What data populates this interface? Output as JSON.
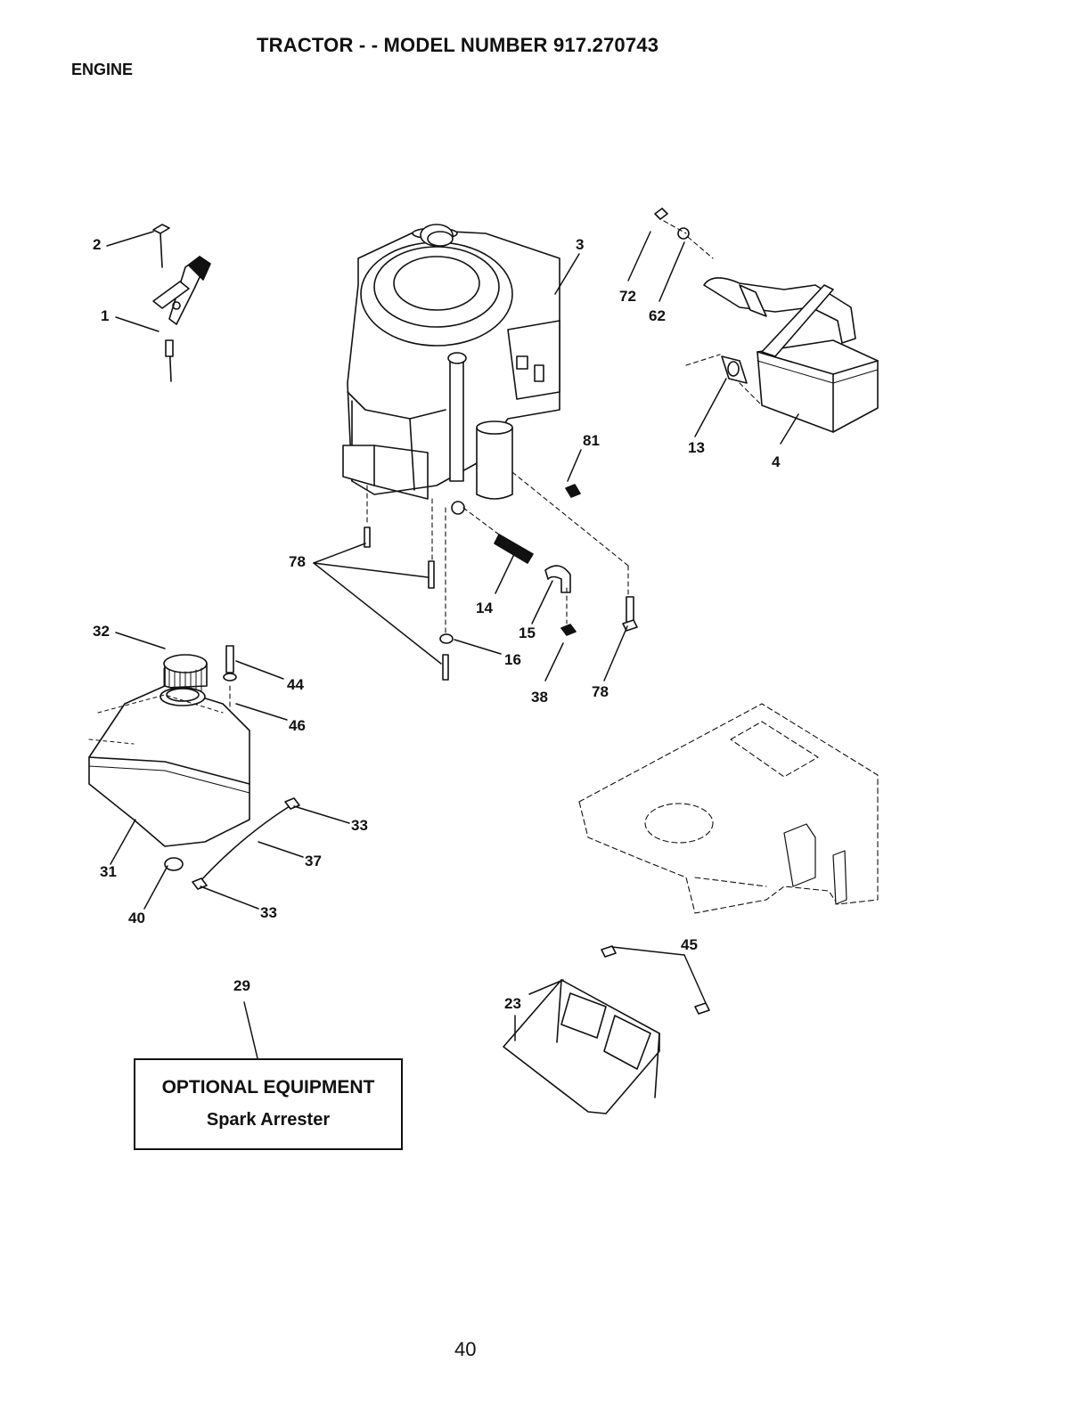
{
  "header": {
    "title": "TRACTOR - - MODEL NUMBER 917.270743",
    "section": "ENGINE"
  },
  "callouts": [
    "2",
    "1",
    "3",
    "72",
    "62",
    "81",
    "13",
    "4",
    "78",
    "14",
    "15",
    "16",
    "38",
    "78",
    "32",
    "44",
    "46",
    "31",
    "33",
    "37",
    "40",
    "33",
    "29",
    "45",
    "23"
  ],
  "optional_box": {
    "title": "OPTIONAL EQUIPMENT",
    "item": "Spark Arrester"
  },
  "footer": {
    "page_number": "40"
  }
}
